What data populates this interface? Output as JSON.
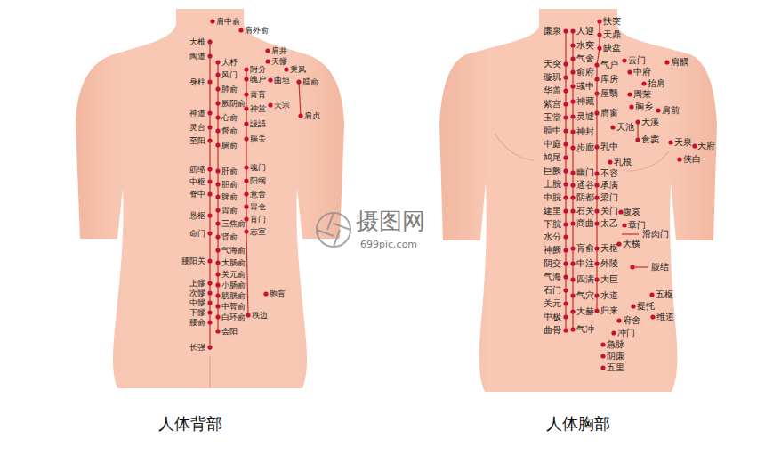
{
  "diagram": {
    "labels": [
      "肩中俞",
      "肩外俞",
      "大椎",
      "陶道",
      "身柱",
      "神道",
      "灵台",
      "至阳",
      "筋缩",
      "中枢",
      "脊中",
      "悬枢",
      "命门",
      "腰阳关",
      "上髎",
      "次髎",
      "中髎",
      "下髎",
      "腰俞",
      "长强",
      "大杼",
      "风门",
      "肺俞",
      "厥阴俞",
      "心俞",
      "督俞",
      "膈俞",
      "肝俞",
      "胆俞",
      "脾俞",
      "胃俞",
      "三焦俞",
      "肾俞",
      "气海俞",
      "大肠俞",
      "关元俞",
      "小肠俞",
      "膀胱俞",
      "中膂俞",
      "白环俞",
      "会阳",
      "附分",
      "魄户",
      "膏肓",
      "神堂",
      "譩譆",
      "膈关",
      "魂门",
      "阳纲",
      "意舍",
      "胃仓",
      "肓门",
      "志室",
      "胞肓",
      "秩边",
      "肩井",
      "天髎",
      "曲垣",
      "秉风",
      "臑俞",
      "天宗",
      "肩贞",
      "廉泉",
      "天突",
      "璇玑",
      "华盖",
      "紫宫",
      "玉堂",
      "膻中",
      "中庭",
      "鸠尾",
      "巨阙",
      "上脘",
      "中脘",
      "建里",
      "下脘",
      "水分",
      "神阙",
      "阴交",
      "气海",
      "石门",
      "关元",
      "中极",
      "曲骨",
      "人迎",
      "水突",
      "气舍",
      "俞府",
      "彧中",
      "神藏",
      "灵墟",
      "神封",
      "步廊",
      "幽门",
      "通谷",
      "阴都",
      "石关",
      "商曲",
      "肓俞",
      "中注",
      "四满",
      "气穴",
      "大赫",
      "气冲",
      "扶突",
      "天鼎",
      "缺盆",
      "气户",
      "库房",
      "屋翳",
      "膺窗",
      "乳中",
      "不容",
      "承满",
      "梁门",
      "关门",
      "太乙",
      "天枢",
      "外陵",
      "大巨",
      "水道",
      "归来",
      "乳根",
      "肩髃",
      "云门",
      "中府",
      "抬肩",
      "周荣",
      "胸乡",
      "肩前",
      "天溪",
      "天池",
      "食窦",
      "天泉",
      "天府",
      "侠白",
      "腹哀",
      "章门",
      "大横",
      "滑肉门",
      "腹结",
      "五枢",
      "提托",
      "维道",
      "府舍",
      "冲门",
      "急脉",
      "阴廉",
      "五里",
      "人体背部",
      "人体胸部",
      "摄图网",
      "699pic.com"
    ]
  }
}
